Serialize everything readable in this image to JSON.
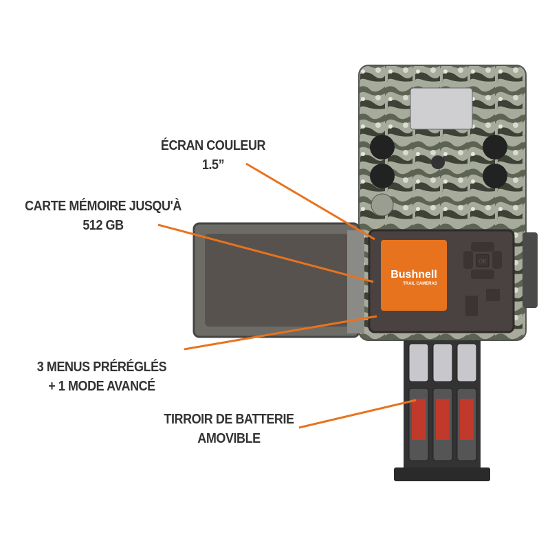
{
  "product": {
    "brand_logo": "Bushnell",
    "brand_sub": "TRAIL CAMERAS",
    "button_ok": "OK"
  },
  "callouts": [
    {
      "line1": "ÉCRAN COULEUR",
      "line2": "1.5”"
    },
    {
      "line1": "CARTE MÉMOIRE JUSQU'À",
      "line2": "512 GB"
    },
    {
      "line1": "3 MENUS PRÉRÉGLÉS",
      "line2": "+ 1 MODE AVANCÉ"
    },
    {
      "line1": "TIRROIR DE BATTERIE",
      "line2": "AMOVIBLE"
    }
  ],
  "colors": {
    "accent": "#e8731f",
    "label_text": "#333333",
    "camo": "#8a9282",
    "panel": "#4a4240"
  }
}
